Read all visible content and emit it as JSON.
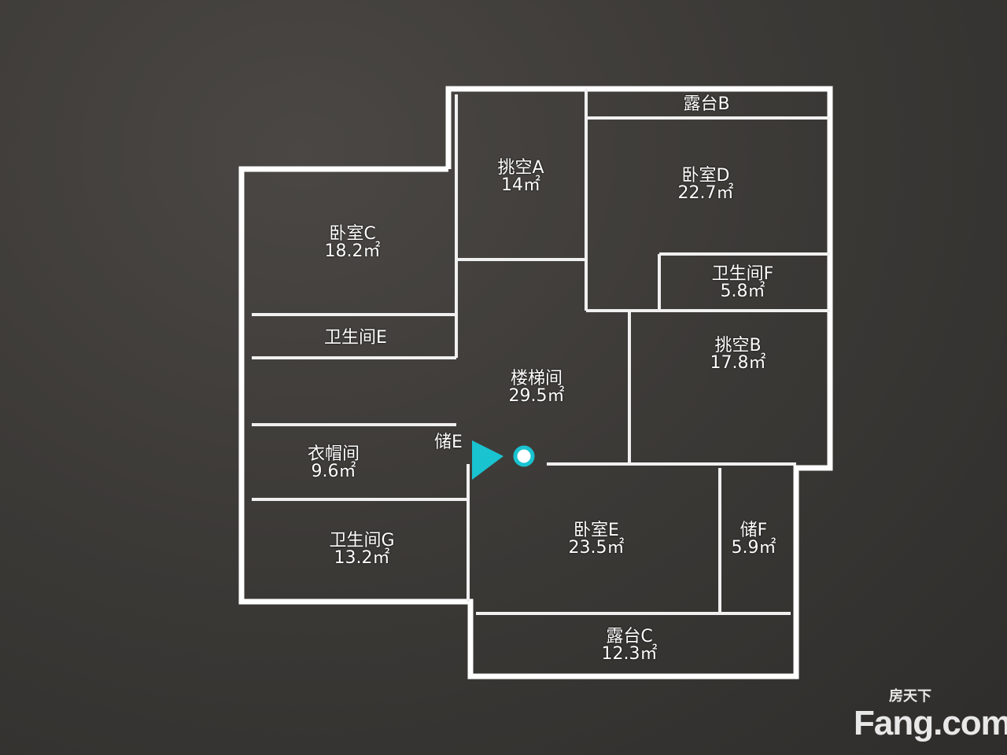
{
  "rooms": [
    {
      "id": "terrace-b",
      "name": "露台B",
      "area": ""
    },
    {
      "id": "void-a",
      "name": "挑空A",
      "area": "14㎡"
    },
    {
      "id": "bedroom-d",
      "name": "卧室D",
      "area": "22.7㎡"
    },
    {
      "id": "bedroom-c",
      "name": "卧室C",
      "area": "18.2㎡"
    },
    {
      "id": "bathroom-f",
      "name": "卫生间F",
      "area": "5.8㎡"
    },
    {
      "id": "bathroom-e",
      "name": "卫生间E",
      "area": ""
    },
    {
      "id": "void-b",
      "name": "挑空B",
      "area": "17.8㎡"
    },
    {
      "id": "stairwell",
      "name": "楼梯间",
      "area": "29.5㎡"
    },
    {
      "id": "storage-e",
      "name": "储E",
      "area": ""
    },
    {
      "id": "cloakroom",
      "name": "衣帽间",
      "area": "9.6㎡"
    },
    {
      "id": "bathroom-g",
      "name": "卫生间G",
      "area": "13.2㎡"
    },
    {
      "id": "bedroom-e",
      "name": "卧室E",
      "area": "23.5㎡"
    },
    {
      "id": "storage-f",
      "name": "储F",
      "area": "5.9㎡"
    },
    {
      "id": "terrace-c",
      "name": "露台C",
      "area": "12.3㎡"
    }
  ],
  "logo": {
    "cn": "房天下",
    "en": "Fang.com"
  },
  "colors": {
    "wall": "#ffffff",
    "marker": "#19c3d0"
  }
}
